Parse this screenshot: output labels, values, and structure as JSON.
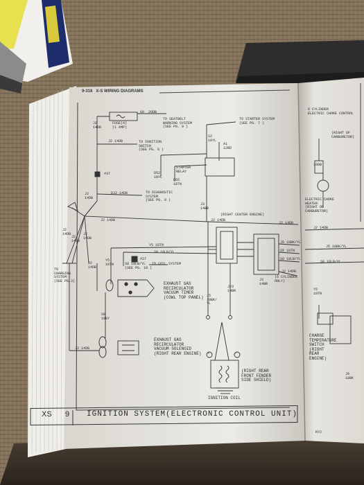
{
  "page": {
    "header": "9-318   X-S WIRING DIAGRAMS",
    "footer_code": "XS",
    "footer_num": "9",
    "footer_title": "IGNITION SYSTEM(ELECTRONIC CONTROL UNIT)",
    "footer_page_mark": "RY2"
  },
  "labels": {
    "fuse": "FUSE(4)\n(1 AMP)",
    "g9": "G9  20DB",
    "warning": "TO SEATBELT\nWARNING SYSTEM\n(SEE PG. 9 )",
    "j2_top": "J2\n14DB",
    "starter": "TO STARTER SYSTEM\n(SEE PG. 7 )",
    "ignition_switch": "TO IGNITION\nSWITCH\n(SEE PG. 8 )",
    "j2_ign": "J2 14DB",
    "s2": "S2\n18YL",
    "a1": "A1\n12RD",
    "j7": "#37",
    "starter_relay": "STARTER\nRELAY",
    "d52": "D52\n18YL",
    "d55": "D55\n18TN",
    "diagnostic": "TO DIAGNOSTIC\nSYSTEM\n(SEE PG. 8 )",
    "dj2": "DJ2 14DB",
    "j2_1": "J2\n14DB",
    "j3_14": "J3\n14BR",
    "rce": "(RIGHT CENTER ENGINE)",
    "j2_mid": "J2 14DB",
    "j2_far": "J2 14DB",
    "j2_left1": "J2\n14DB",
    "j2_left2": "J2\n14DB",
    "j2_left3": "J2\n14DB",
    "y5_wire": "Y5 18TN",
    "s8_wire": "S8 18LB/YL",
    "j27": "#27",
    "coil_ref": "S8 18LB/YL   TO COIL SYSTEM\n(SEE PG. 18 )",
    "y5": "Y5\n18TN",
    "j2_y5": "J2\n14DB",
    "charging": "TO\nCHARGING\nSYSTEM\n(SEE PG.3)",
    "egr_timer": "EXHAUST GAS\nRECIRCULATOR\nVACUUM TIMER\n(COWL TOP PANEL)",
    "j5": "J5\n18BK/\nYL",
    "j23": "J23\n14BR",
    "s6": "S6\n18GY",
    "j2_bottom": "J2 14DB",
    "egr_sol": "EXHAUST GAS\nRECIRCULATOR\nVACUUM SOLENOID\n(RIGHT REAR ENGINE)",
    "ign_coil": "IGNITION COIL",
    "shield": "(RIGHT REAR\nFRONT FENDER\nSIDE SHIELD)",
    "plus": "+",
    "minus": "-",
    "j3_right": "J3\n14BR",
    "cyl_only": "(6 CYLINDER\nONLY)",
    "rp_j2": "J2 14DB",
    "rp_j5": "J5 18BK/YL",
    "rp_s5": "S5 18TN",
    "rp_s8": "S8 18LB/YL",
    "rp_j2b": "J2 14DB",
    "rp_cyl": "6 CYLINDER\nELECTRIC CHOKE CONTROL",
    "rp_right": "(RIGHT OF\nCARBURETOR)",
    "rp_ch": "18DB",
    "rp_choke": "ELECTRIC CHOKE\nHEATER\n(RIGHT OF\nCARBURETOR)",
    "rp_j2c": "J2 14DB",
    "rp_j5b": "J5 18BK/YL",
    "rp_s8b": "S8 18LB/YL",
    "rp_y5": "Y5\n18TN",
    "rp_charge": "CHARGE\nTEMPERATURE\nSWITCH\n(RIGHT\nREAR\nENGINE)",
    "rp_j9": "J9\n18BK"
  }
}
